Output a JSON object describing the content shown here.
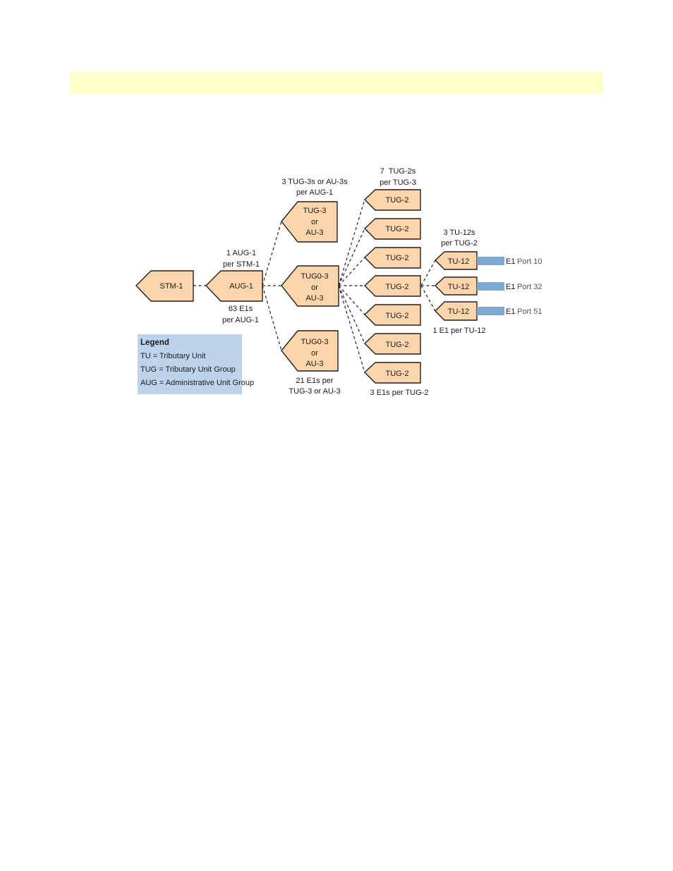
{
  "nodes": {
    "stm1": "STM-1",
    "aug1": "AUG-1",
    "tug3_top": [
      "TUG-3",
      "or",
      "AU-3"
    ],
    "tug3_mid": [
      "TUG0-3",
      "or",
      "AU-3"
    ],
    "tug3_bot": [
      "TUG0-3",
      "or",
      "AU-3"
    ],
    "tug2_label": "TUG-2",
    "tu12_label": "TU-12"
  },
  "annotations": {
    "aug_per_stm": [
      "1 AUG-1",
      "per STM-1"
    ],
    "e1_per_aug": [
      "63 E1s",
      "per AUG-1"
    ],
    "tug3_per_aug": [
      "3 TUG-3s or AU-3s",
      "per AUG-1"
    ],
    "e1_per_tug3": [
      "21 E1s per",
      "TUG-3 or AU-3"
    ],
    "tug2_per_tug3": [
      "7  TUG-2s",
      "per TUG-3"
    ],
    "e1_per_tug2": "3 E1s per TUG-2",
    "tu12_per_tug2": [
      "3 TU-12s",
      "per TUG-2"
    ],
    "e1_per_tu12": "1 E1 per TU-12"
  },
  "ports": [
    {
      "e1": "E1",
      "name": "Port 10"
    },
    {
      "e1": "E1",
      "name": "Port 32"
    },
    {
      "e1": "E1",
      "name": "Port 51"
    }
  ],
  "legend": {
    "title": "Legend",
    "items": [
      "TU = Tributary Unit",
      "TUG = Tributary Unit Group",
      "AUG = Administrative Unit Group"
    ]
  },
  "colors": {
    "banner": "#ffffc8",
    "node_fill": "#fcd5ac",
    "legend_fill": "#bcd3eb",
    "port_bar": "#7fa8d1"
  }
}
